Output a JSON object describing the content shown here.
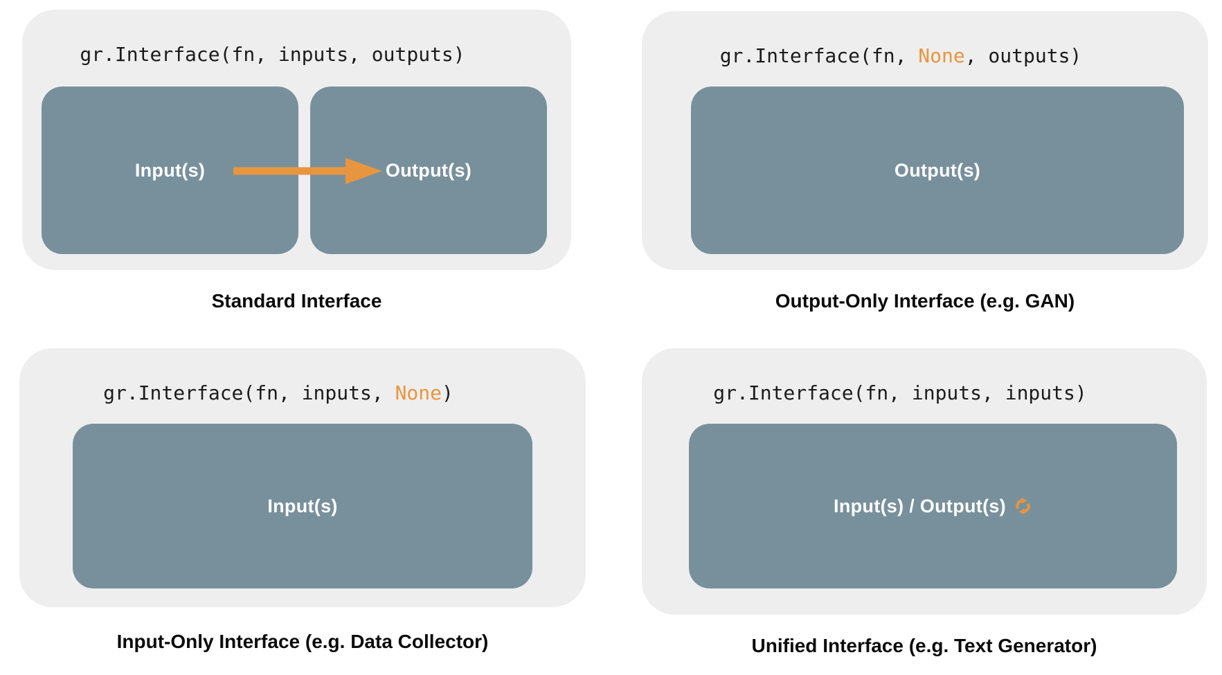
{
  "colors": {
    "accent_orange": "#E8953F",
    "box_slate": "#78909C",
    "panel_gray": "#EEEEEE",
    "code_text": "#1B1B1B",
    "caption_text": "#0B0B0B",
    "box_label_text": "#FFFFFF"
  },
  "panels": [
    {
      "code": {
        "before": "gr.Interface(fn, inputs, outputs)",
        "highlight": "",
        "after": ""
      },
      "boxes": [
        {
          "label": "Input(s)"
        },
        {
          "label": "Output(s)"
        }
      ],
      "arrow_icon": "right-arrow",
      "caption": "Standard Interface"
    },
    {
      "code": {
        "before": "gr.Interface(fn, ",
        "highlight": "None",
        "after": ", outputs)"
      },
      "boxes": [
        {
          "label": "Output(s)"
        }
      ],
      "caption": "Output-Only Interface (e.g. GAN)"
    },
    {
      "code": {
        "before": "gr.Interface(fn, inputs, ",
        "highlight": "None",
        "after": ")"
      },
      "boxes": [
        {
          "label": "Input(s)"
        }
      ],
      "caption": "Input-Only Interface (e.g. Data Collector)"
    },
    {
      "code": {
        "before": "gr.Interface(fn, inputs, inputs)",
        "highlight": "",
        "after": ""
      },
      "boxes": [
        {
          "label": "Input(s) / Output(s)"
        }
      ],
      "loop_icon": "sync-icon",
      "caption": "Unified Interface (e.g. Text Generator)"
    }
  ]
}
